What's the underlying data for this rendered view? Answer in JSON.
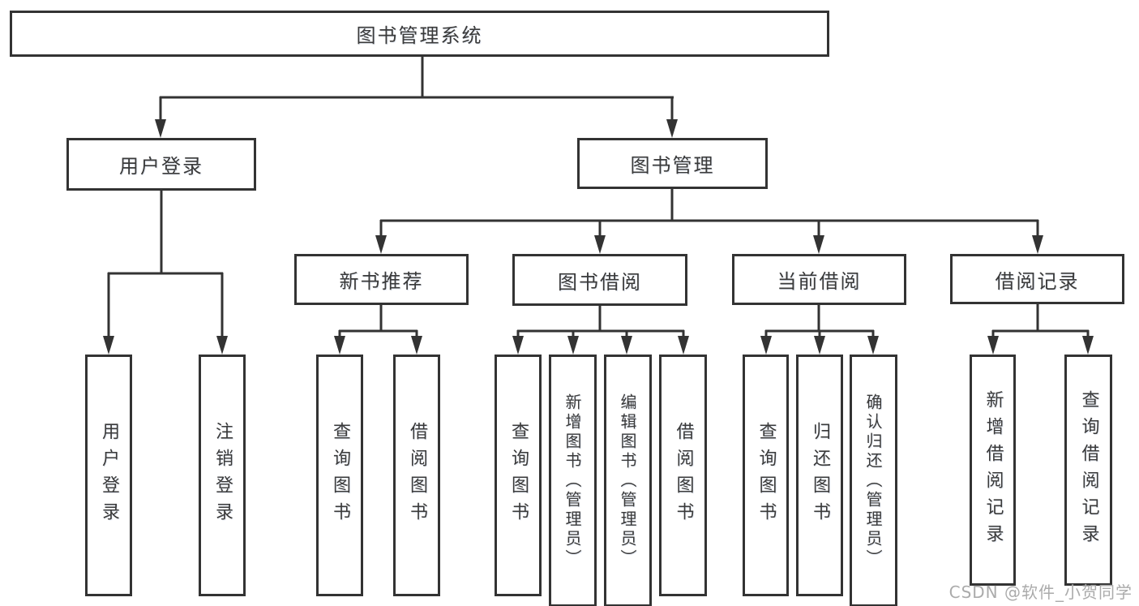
{
  "title": "图书管理系统",
  "watermark": "CSDN @软件_小贺同学",
  "colors": {
    "line": "#333333",
    "box_border": "#333333",
    "text": "#3a3a3a",
    "background": "#ffffff",
    "watermark": "#ababab"
  },
  "tree": {
    "label": "图书管理系统",
    "children": [
      {
        "label": "用户登录",
        "children": [
          {
            "label": "用户登录"
          },
          {
            "label": "注销登录"
          }
        ]
      },
      {
        "label": "图书管理",
        "children": [
          {
            "label": "新书推荐",
            "children": [
              {
                "label": "查询图书"
              },
              {
                "label": "借阅图书"
              }
            ]
          },
          {
            "label": "图书借阅",
            "children": [
              {
                "label": "查询图书"
              },
              {
                "label": "新增图书（管理员）"
              },
              {
                "label": "编辑图书（管理员）"
              },
              {
                "label": "借阅图书"
              }
            ]
          },
          {
            "label": "当前借阅",
            "children": [
              {
                "label": "查询图书"
              },
              {
                "label": "归还图书"
              },
              {
                "label": "确认归还（管理员）"
              }
            ]
          },
          {
            "label": "借阅记录",
            "children": [
              {
                "label": "新增借阅记录"
              },
              {
                "label": "查询借阅记录"
              }
            ]
          }
        ]
      }
    ]
  }
}
